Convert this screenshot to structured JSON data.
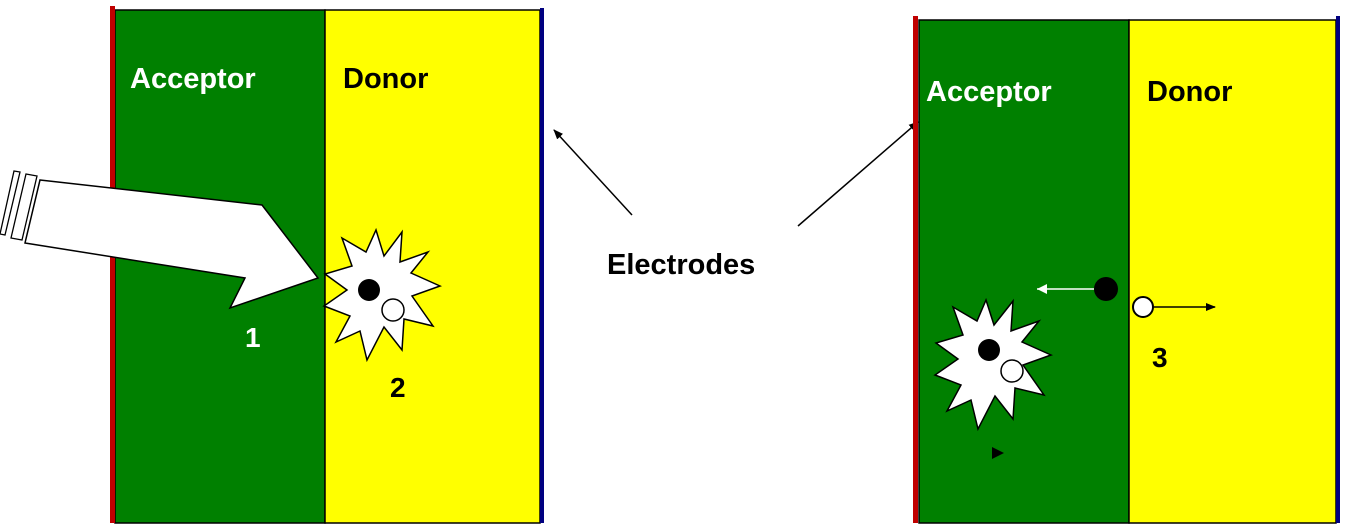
{
  "left_cell": {
    "acceptor_label": "Acceptor",
    "donor_label": "Donor",
    "step_light": "1",
    "step_exciton": "2"
  },
  "right_cell": {
    "acceptor_label": "Acceptor",
    "donor_label": "Donor",
    "step_separation": "3"
  },
  "electrodes_label": "Electrodes",
  "colors": {
    "acceptor": "#008000",
    "donor": "#ffff00",
    "electrode_left": "#c00000",
    "electrode_right": "#000080",
    "label_light": "#ffffff",
    "label_dark": "#000000"
  },
  "icons": [
    "light-arrow-icon",
    "exciton-burst-icon",
    "electron-icon",
    "hole-icon"
  ]
}
